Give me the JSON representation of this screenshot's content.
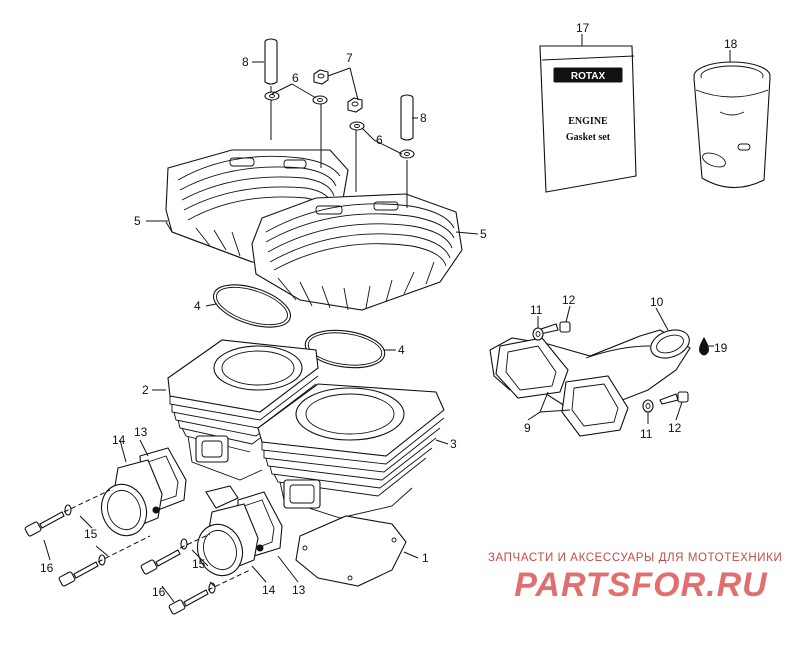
{
  "callouts": {
    "n1": "1",
    "n2": "2",
    "n3": "3",
    "n4a": "4",
    "n4b": "4",
    "n5a": "5",
    "n5b": "5",
    "n6a": "6",
    "n6b": "6",
    "n7": "7",
    "n8a": "8",
    "n8b": "8",
    "n9": "9",
    "n10": "10",
    "n11a": "11",
    "n11b": "11",
    "n12a": "12",
    "n12b": "12",
    "n13a": "13",
    "n13b": "13",
    "n14a": "14",
    "n14b": "14",
    "n15a": "15",
    "n15b": "15",
    "n16a": "16",
    "n16b": "16",
    "n17": "17",
    "n18": "18",
    "n19": "19"
  },
  "gasket_set": {
    "brand": "ROTAX",
    "line1": "ENGINE",
    "line2": "Gasket set"
  },
  "watermark": {
    "tagline": "ЗАПЧАСТИ И АКСЕССУАРЫ ДЛЯ МОТОТЕХНИКИ",
    "logo": "PARTSFOR.RU",
    "color": "#d94b4b"
  }
}
